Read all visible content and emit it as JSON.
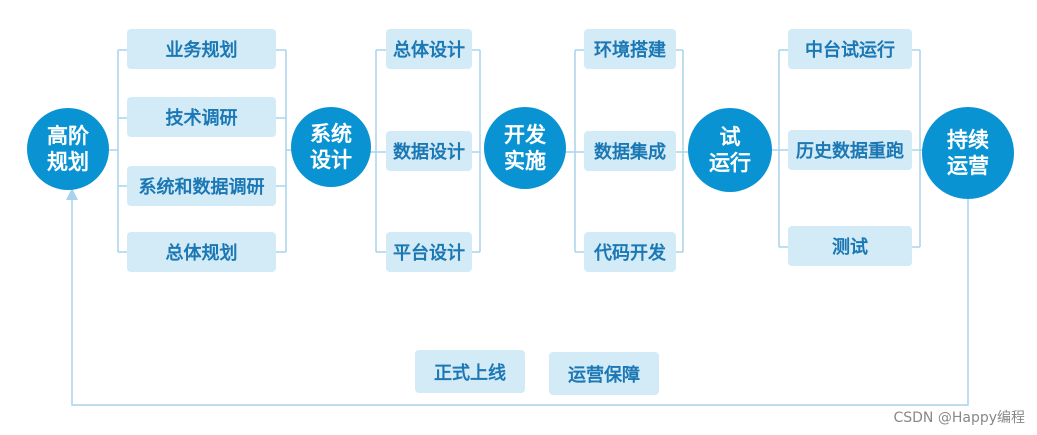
{
  "stages": [
    {
      "id": "s1",
      "label": "高阶\n规划"
    },
    {
      "id": "s2",
      "label": "系统\n设计"
    },
    {
      "id": "s3",
      "label": "开发\n实施"
    },
    {
      "id": "s4",
      "label": "试\n运行"
    },
    {
      "id": "s5",
      "label": "持续\n运营"
    }
  ],
  "groups": {
    "g1": [
      "业务规划",
      "技术调研",
      "系统和数据调研",
      "总体规划"
    ],
    "g2": [
      "总体设计",
      "数据设计",
      "平台设计"
    ],
    "g3": [
      "环境搭建",
      "数据集成",
      "代码开发"
    ],
    "g4": [
      "中台试运行",
      "历史数据重跑",
      "测试"
    ]
  },
  "bottom": [
    "正式上线",
    "运营保障"
  ],
  "watermark": "CSDN @Happy编程",
  "colors": {
    "circle": "#0a93d3",
    "box": "#d3ebf6",
    "box_text": "#1b78b5",
    "line": "#a9d3ec"
  }
}
